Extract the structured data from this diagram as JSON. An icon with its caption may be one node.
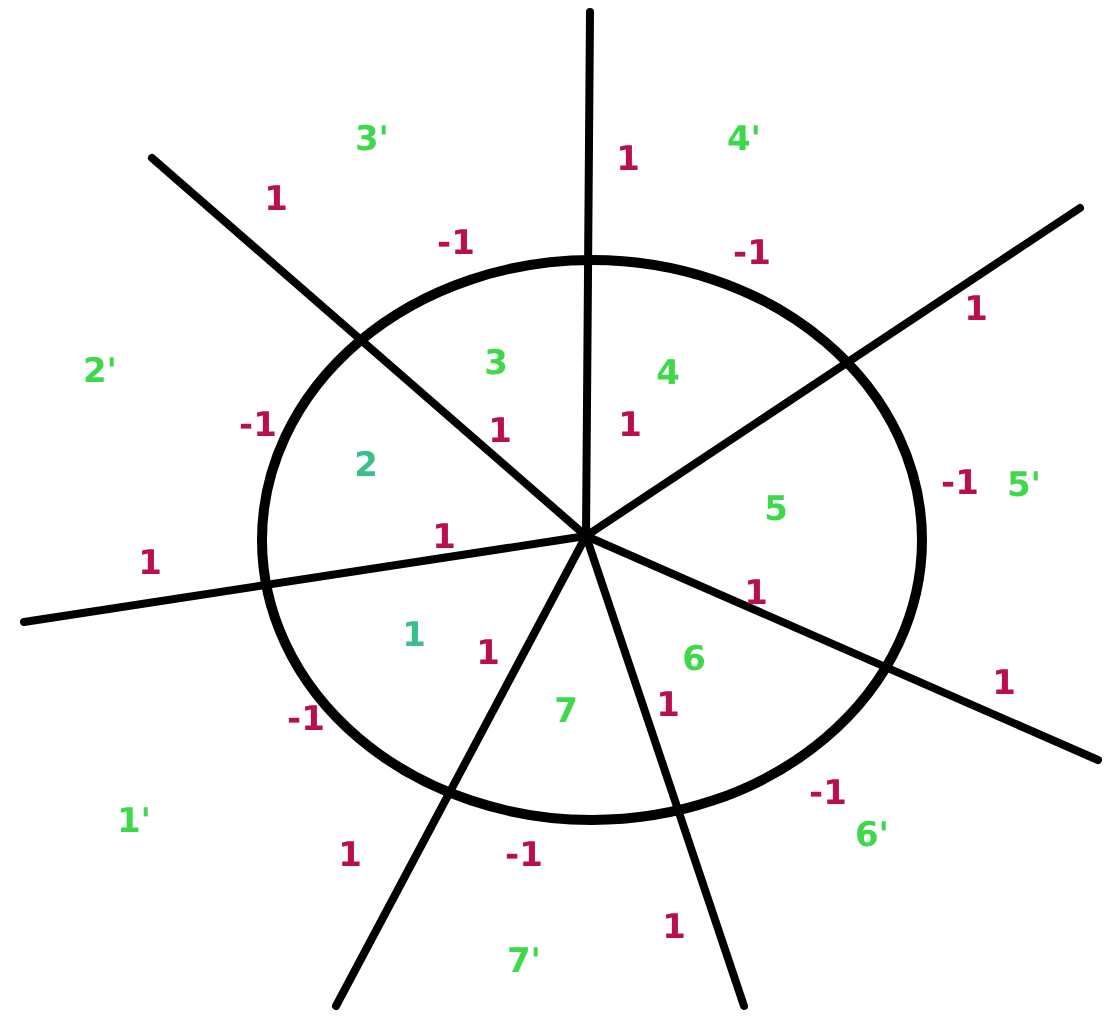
{
  "diagram": {
    "labels": [
      "3'",
      "4'",
      "1",
      "1",
      "-1",
      "-1",
      "1",
      "2'",
      "3",
      "4",
      "-1",
      "1",
      "1",
      "2",
      "-1",
      "5'",
      "5",
      "1",
      "1",
      "1",
      "1",
      "1",
      "6",
      "1",
      "-1",
      "7",
      "1",
      "-1",
      "1'",
      "6'",
      "1",
      "-1",
      "1",
      "7'"
    ]
  }
}
